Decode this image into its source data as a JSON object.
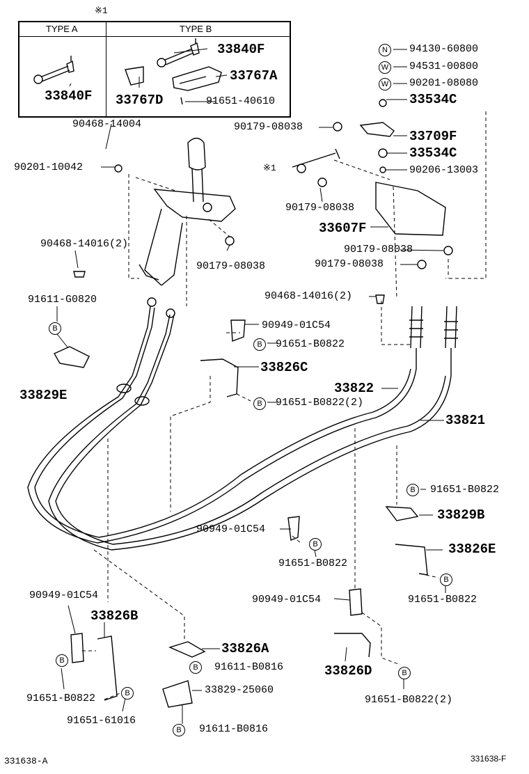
{
  "inset": {
    "type_a": "TYPE A",
    "type_b": "TYPE B",
    "ref_mark": "※1",
    "part_a": "33840F",
    "part_b": "33840F",
    "part_bracket_a": "33767A",
    "part_bracket_d": "33767D",
    "bolt": "91651-40610"
  },
  "markers": {
    "n": "N",
    "w": "W",
    "b": "B"
  },
  "labels": {
    "n_94130": "94130-60800",
    "w_94531": "94531-00800",
    "w_90201": "90201-08080",
    "p33534c_1": "33534C",
    "p90179_a": "90179-08038",
    "p33709f": "33709F",
    "p33534c_2": "33534C",
    "ref_1": "※1",
    "p90206": "90206-13003",
    "p90179_b": "90179-08038",
    "p33607f": "33607F",
    "p90179_c": "90179-08038",
    "p90179_d": "90179-08038",
    "p90468_14016_r": "90468-14016(2)",
    "p90468_14004": "90468-14004",
    "p90201_10042": "90201-10042",
    "p90468_14016_l": "90468-14016(2)",
    "p90179_e": "90179-08038",
    "p91611_g0820": "91611-G0820",
    "p90949_a": "90949-01C54",
    "p91651_b0822_a": "91651-B0822",
    "p33826c": "33826C",
    "p91651_b0822_2a": "91651-B0822(2)",
    "p33829e": "33829E",
    "p33822": "33822",
    "p33821": "33821",
    "p91651_b0822_b": "91651-B0822",
    "p33829b": "33829B",
    "p90949_b": "90949-01C54",
    "p33826e": "33826E",
    "p91651_b0822_c": "91651-B0822",
    "p91651_b0822_d": "91651-B0822",
    "p90949_c": "90949-01C54",
    "p33826b": "33826B",
    "p90949_d": "90949-01C54",
    "p33826a": "33826A",
    "p91611_b0816_a": "91611-B0816",
    "p33829_25060": "33829-25060",
    "p91651_b0822_e": "91651-B0822",
    "p91651_61016": "91651-61016",
    "p91611_b0816_b": "91611-B0816",
    "p33826d": "33826D",
    "p91651_b0822_2b": "91651-B0822(2)"
  },
  "footer": {
    "left_code": "331638-A",
    "right_code": "331638-F"
  }
}
